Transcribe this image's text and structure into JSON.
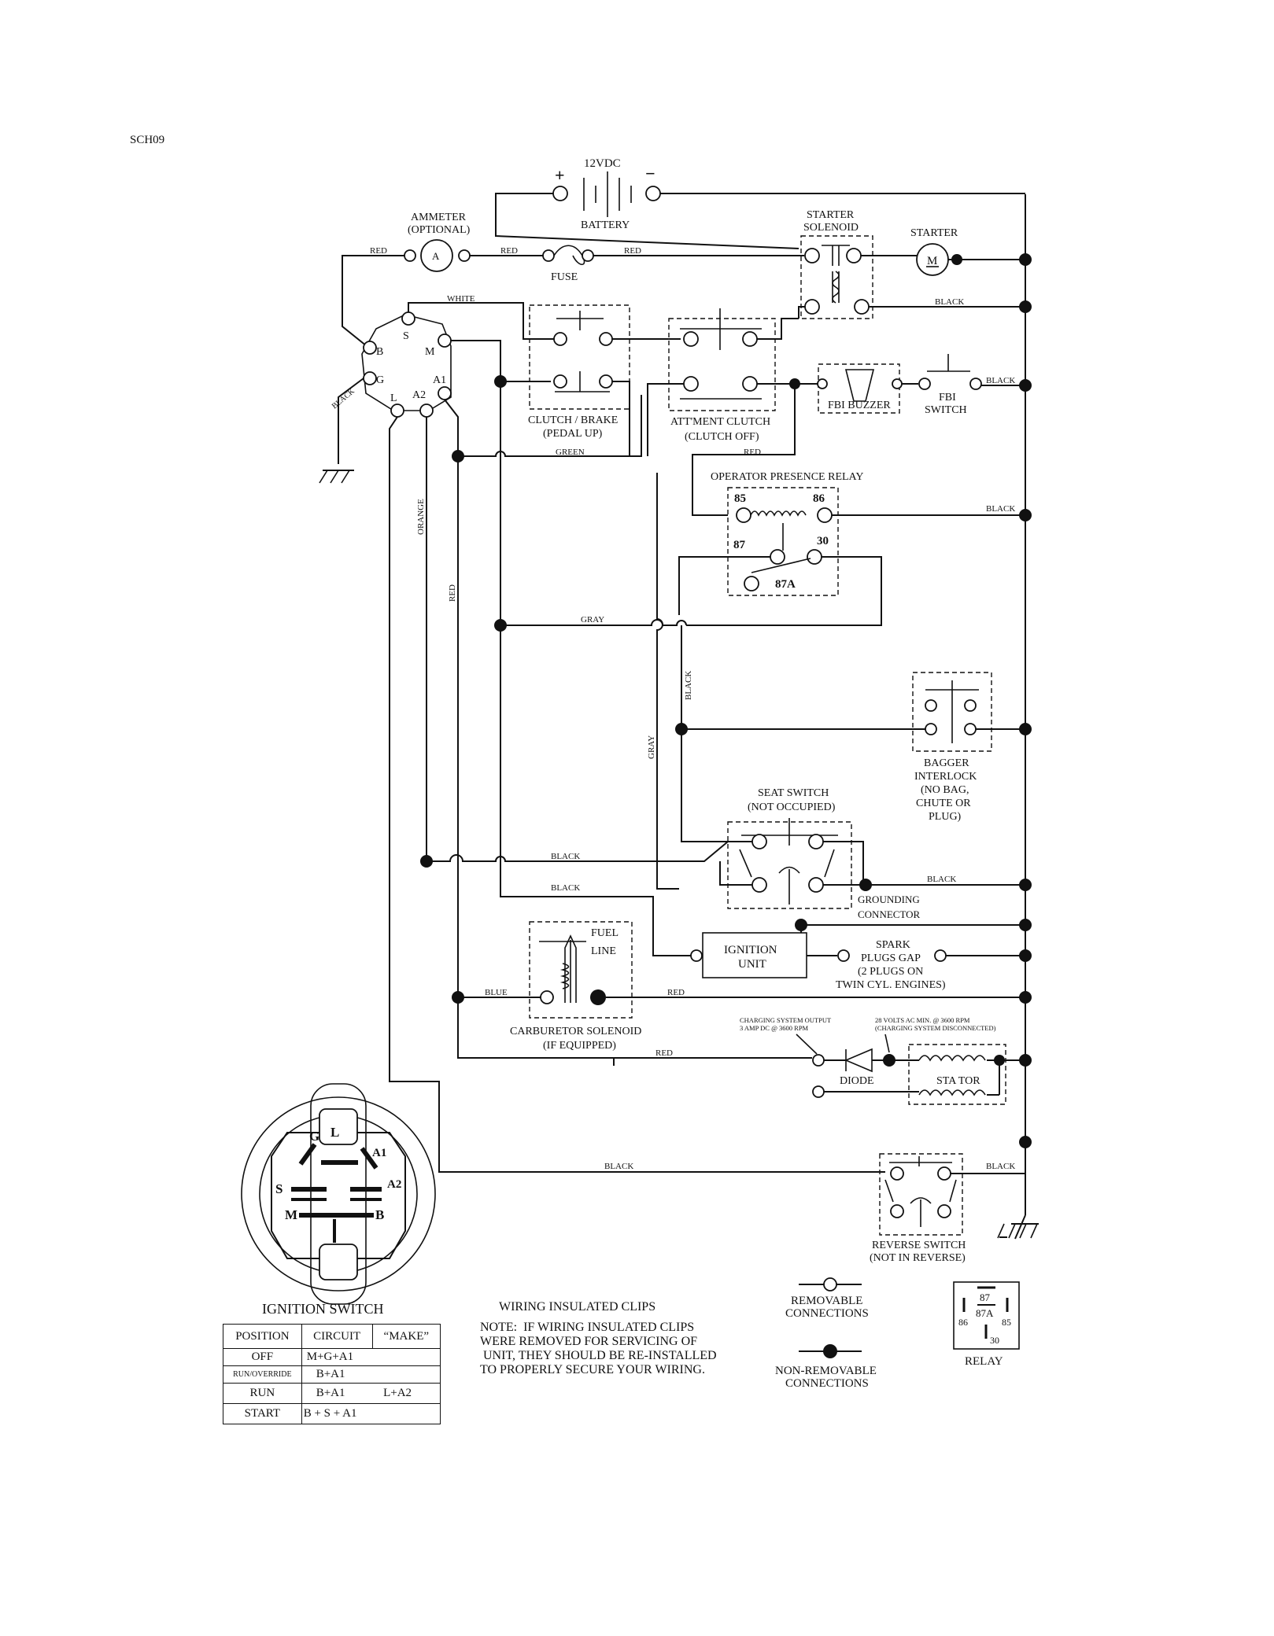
{
  "doc_id": "SCH09",
  "battery": {
    "voltage": "12VDC",
    "plus": "+",
    "minus": "−",
    "label": "BATTERY"
  },
  "ammeter": {
    "label": "AMMETER",
    "note": "(OPTIONAL)",
    "symbol": "A"
  },
  "fuse": {
    "label": "FUSE"
  },
  "starter_solenoid": {
    "line1": "STARTER",
    "line2": "SOLENOID"
  },
  "starter": {
    "label": "STARTER",
    "symbol": "M"
  },
  "ignition_terminals": {
    "b": "B",
    "s": "S",
    "m": "M",
    "g": "G",
    "a1": "A1",
    "l": "L",
    "a2": "A2"
  },
  "clutch_brake": {
    "line1": "CLUTCH / BRAKE",
    "line2": "(PEDAL UP)"
  },
  "attm_clutch": {
    "line1": "ATT'MENT CLUTCH",
    "line2": "(CLUTCH OFF)"
  },
  "fbi_buzzer": {
    "label": "FBI BUZZER"
  },
  "fbi_switch": {
    "line1": "FBI",
    "line2": "SWITCH"
  },
  "opr": {
    "title": "OPERATOR PRESENCE RELAY",
    "t85": "85",
    "t86": "86",
    "t87": "87",
    "t30": "30",
    "t87a": "87A"
  },
  "bagger": {
    "l1": "BAGGER",
    "l2": "INTERLOCK",
    "l3": "(NO BAG,",
    "l4": "CHUTE OR",
    "l5": "PLUG)"
  },
  "seat_switch": {
    "line1": "SEAT SWITCH",
    "line2": "(NOT OCCUPIED)"
  },
  "grounding": {
    "line1": "GROUNDING",
    "line2": "CONNECTOR"
  },
  "ignition_unit": {
    "line1": "IGNITION",
    "line2": "UNIT"
  },
  "spark": {
    "l1": "SPARK",
    "l2": "PLUGS GAP",
    "l3": "(2 PLUGS ON",
    "l4": "TWIN CYL. ENGINES)"
  },
  "fuel": {
    "line1": "FUEL",
    "line2": "LINE"
  },
  "carb": {
    "line1": "CARBURETOR SOLENOID",
    "line2": "(IF EQUIPPED)"
  },
  "charging": {
    "out1": "CHARGING SYSTEM OUTPUT",
    "out2": "3 AMP DC @ 3600 RPM",
    "ac1": "28 VOLTS AC MIN. @ 3600 RPM",
    "ac2": "(CHARGING SYSTEM DISCONNECTED)"
  },
  "diode": {
    "label": "DIODE"
  },
  "stator": {
    "label": "STA TOR"
  },
  "reverse": {
    "line1": "REVERSE SWITCH",
    "line2": "(NOT IN REVERSE)"
  },
  "wire_labels": {
    "red": "RED",
    "white": "WHITE",
    "black": "BLACK",
    "green": "GREEN",
    "gray": "GRAY",
    "orange": "ORANGE",
    "blue": "BLUE"
  },
  "ignition_switch": {
    "title": "IGNITION SWITCH",
    "face": {
      "g": "G",
      "l": "L",
      "a1": "A1",
      "a2": "A2",
      "s": "S",
      "m": "M",
      "b": "B"
    },
    "headers": [
      "POSITION",
      "CIRCUIT",
      "“MAKE”"
    ],
    "rows": [
      [
        "OFF",
        "M+G+A1",
        ""
      ],
      [
        "RUN/OVERRIDE",
        "B+A1",
        ""
      ],
      [
        "RUN",
        "B+A1",
        "L+A2"
      ],
      [
        "START",
        "B + S + A1",
        ""
      ]
    ]
  },
  "clips_note": {
    "title": "WIRING INSULATED CLIPS",
    "lines": [
      "NOTE:  IF WIRING INSULATED CLIPS",
      "WERE REMOVED FOR SERVICING OF",
      " UNIT, THEY SHOULD BE RE-INSTALLED",
      "TO PROPERLY SECURE YOUR WIRING."
    ]
  },
  "legend": {
    "removable_1": "REMOVABLE",
    "removable_2": "CONNECTIONS",
    "nonremovable_1": "NON-REMOVABLE",
    "nonremovable_2": "CONNECTIONS"
  },
  "relay_legend": {
    "label": "RELAY",
    "t87": "87",
    "t87a": "87A",
    "t86": "86",
    "t85": "85",
    "t30": "30"
  }
}
